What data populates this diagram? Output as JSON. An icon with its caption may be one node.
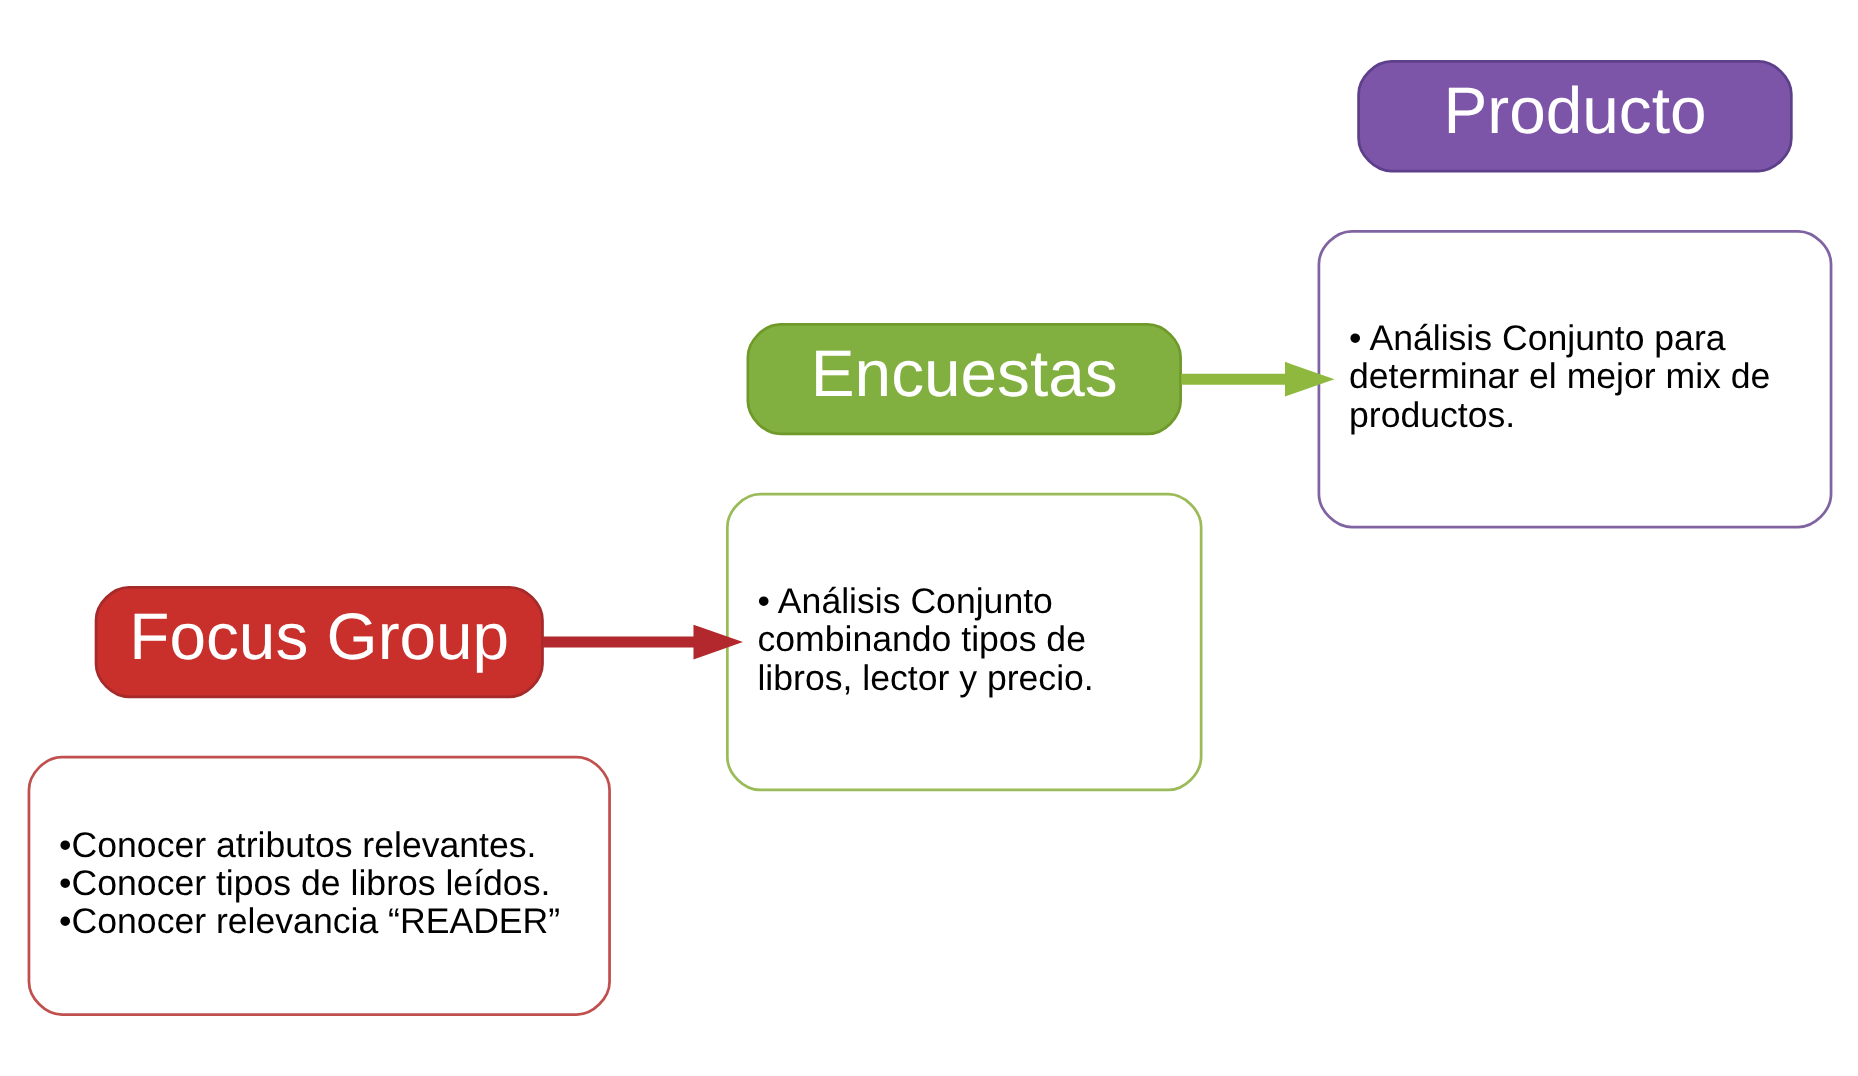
{
  "diagram": {
    "nodes": [
      {
        "text": [
          "•Conocer atributos relevantes.",
          "•Conocer tipos de libros leídos.",
          "•Conocer relevancia “READER”"
        ]
      },
      {
        "text": [
          "Focus Group"
        ]
      },
      {
        "text": [
          "Encuestas"
        ]
      },
      {
        "text": [
          "• Análisis Conjunto combinando tipos de libros, lector y precio."
        ]
      },
      {
        "text": [
          "• Análisis Conjunto para determinar el mejor mix de productos."
        ]
      },
      {
        "text": [
          "Producto"
        ]
      }
    ],
    "edges": [
      {
        "from": 1,
        "to": 3,
        "arrow": "to",
        "color": "#b3282d"
      },
      {
        "from": 2,
        "to": 4,
        "arrow": "to",
        "color": "#8fb83e"
      }
    ]
  }
}
